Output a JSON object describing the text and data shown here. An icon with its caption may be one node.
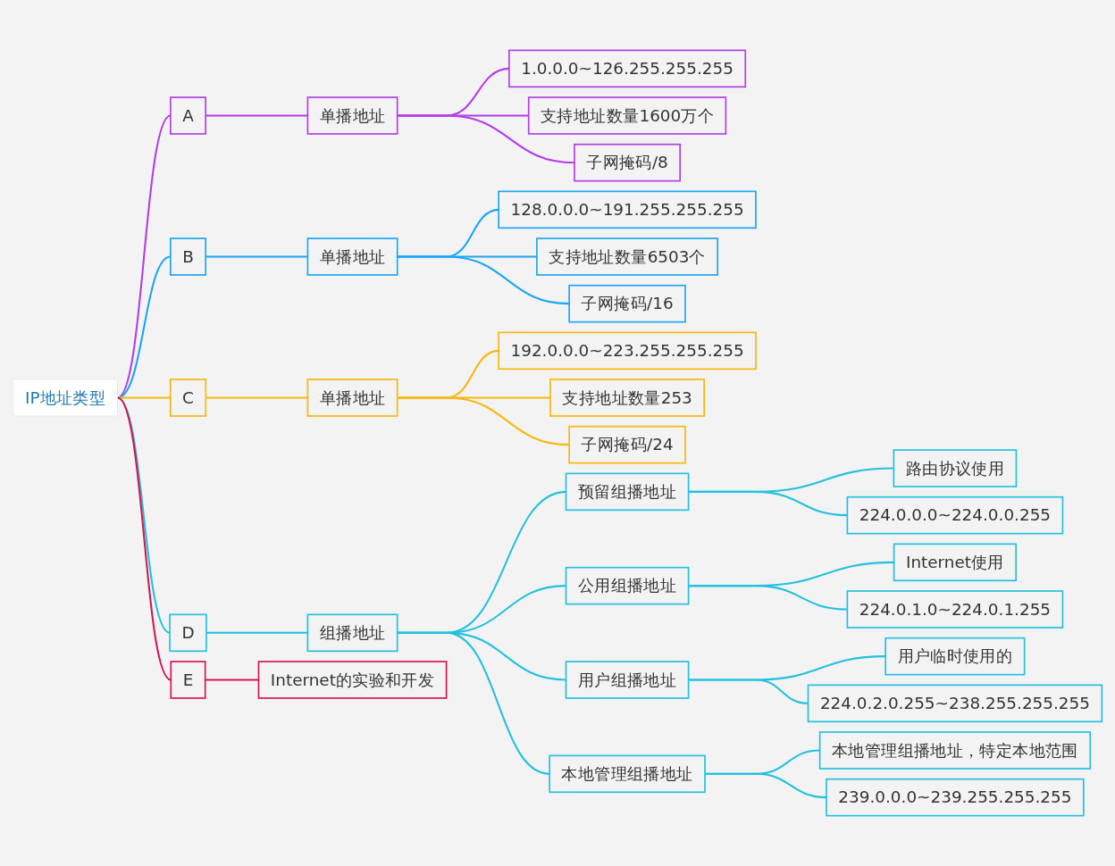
{
  "diagram": {
    "nodes": [
      {
        "text": [
          "IP地址类型"
        ]
      },
      {
        "text": [
          "A"
        ]
      },
      {
        "text": [
          "单播地址"
        ]
      },
      {
        "text": [
          "1.0.0.0~126.255.255.255"
        ]
      },
      {
        "text": [
          "支持地址数量1600万个"
        ]
      },
      {
        "text": [
          "子网掩码/8"
        ]
      },
      {
        "text": [
          "B"
        ]
      },
      {
        "text": [
          "单播地址"
        ]
      },
      {
        "text": [
          "128.0.0.0~191.255.255.255"
        ]
      },
      {
        "text": [
          "支持地址数量6503个"
        ]
      },
      {
        "text": [
          "子网掩码/16"
        ]
      },
      {
        "text": [
          "C"
        ]
      },
      {
        "text": [
          "单播地址"
        ]
      },
      {
        "text": [
          "192.0.0.0~223.255.255.255"
        ]
      },
      {
        "text": [
          "支持地址数量253"
        ]
      },
      {
        "text": [
          "子网掩码/24"
        ]
      },
      {
        "text": [
          "D"
        ]
      },
      {
        "text": [
          "组播地址"
        ]
      },
      {
        "text": [
          "预留组播地址"
        ]
      },
      {
        "text": [
          "路由协议使用"
        ]
      },
      {
        "text": [
          "224.0.0.0~224.0.0.255"
        ]
      },
      {
        "text": [
          "公用组播地址"
        ]
      },
      {
        "text": [
          "Internet使用"
        ]
      },
      {
        "text": [
          "224.0.1.0~224.0.1.255"
        ]
      },
      {
        "text": [
          "用户组播地址"
        ]
      },
      {
        "text": [
          "用户临时使用的"
        ]
      },
      {
        "text": [
          "224.0.2.0.255~238.255.255.255"
        ]
      },
      {
        "text": [
          "本地管理组播地址"
        ]
      },
      {
        "text": [
          "本地管理组播地址，特定本地范围"
        ]
      },
      {
        "text": [
          "239.0.0.0~239.255.255.255"
        ]
      },
      {
        "text": [
          "E"
        ]
      },
      {
        "text": [
          "Internet的实验和开发"
        ]
      }
    ],
    "edges": [
      {
        "from": 0,
        "to": 1,
        "arrow": "none",
        "color": "#b23ee6"
      },
      {
        "from": 1,
        "to": 2,
        "arrow": "none",
        "color": "#b23ee6"
      },
      {
        "from": 2,
        "to": 3,
        "arrow": "none",
        "color": "#b23ee6"
      },
      {
        "from": 2,
        "to": 4,
        "arrow": "none",
        "color": "#b23ee6"
      },
      {
        "from": 2,
        "to": 5,
        "arrow": "none",
        "color": "#b23ee6"
      },
      {
        "from": 0,
        "to": 6,
        "arrow": "none",
        "color": "#1ba6f2"
      },
      {
        "from": 6,
        "to": 7,
        "arrow": "none",
        "color": "#1ba6f2"
      },
      {
        "from": 7,
        "to": 8,
        "arrow": "none",
        "color": "#1ba6f2"
      },
      {
        "from": 7,
        "to": 9,
        "arrow": "none",
        "color": "#1ba6f2"
      },
      {
        "from": 7,
        "to": 10,
        "arrow": "none",
        "color": "#1ba6f2"
      },
      {
        "from": 0,
        "to": 11,
        "arrow": "none",
        "color": "#f8b70c"
      },
      {
        "from": 11,
        "to": 12,
        "arrow": "none",
        "color": "#f8b70c"
      },
      {
        "from": 12,
        "to": 13,
        "arrow": "none",
        "color": "#f8b70c"
      },
      {
        "from": 12,
        "to": 14,
        "arrow": "none",
        "color": "#f8b70c"
      },
      {
        "from": 12,
        "to": 15,
        "arrow": "none",
        "color": "#f8b70c"
      },
      {
        "from": 0,
        "to": 16,
        "arrow": "none"
      },
      {
        "from": 16,
        "to": 17,
        "arrow": "none"
      },
      {
        "from": 17,
        "to": 18,
        "arrow": "none"
      },
      {
        "from": 18,
        "to": 19,
        "arrow": "none"
      },
      {
        "from": 18,
        "to": 20,
        "arrow": "none"
      },
      {
        "from": 17,
        "to": 21,
        "arrow": "none"
      },
      {
        "from": 21,
        "to": 22,
        "arrow": "none"
      },
      {
        "from": 21,
        "to": 23,
        "arrow": "none"
      },
      {
        "from": 17,
        "to": 24,
        "arrow": "none"
      },
      {
        "from": 24,
        "to": 25,
        "arrow": "none"
      },
      {
        "from": 24,
        "to": 26,
        "arrow": "none"
      },
      {
        "from": 17,
        "to": 27,
        "arrow": "none"
      },
      {
        "from": 27,
        "to": 28,
        "arrow": "none"
      },
      {
        "from": 27,
        "to": 29,
        "arrow": "none"
      },
      {
        "from": 0,
        "to": 30,
        "arrow": "none",
        "color": "#d41552"
      },
      {
        "from": 30,
        "to": 31,
        "arrow": "none",
        "color": "#d41552"
      }
    ]
  }
}
